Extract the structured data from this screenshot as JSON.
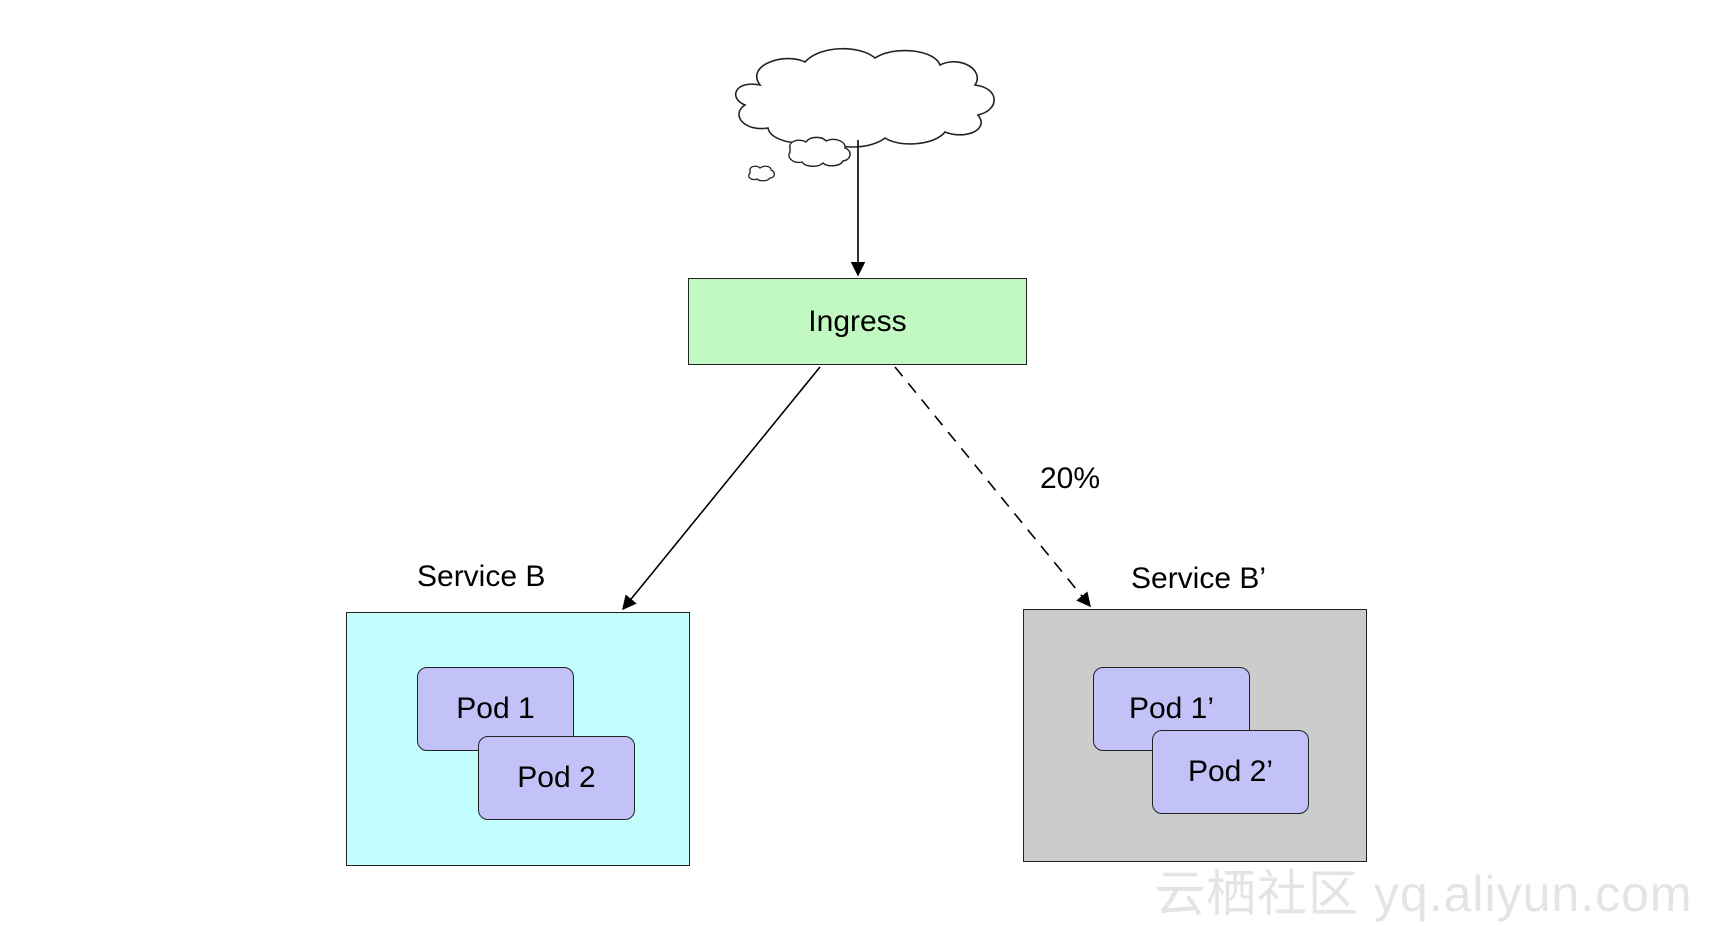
{
  "diagram": {
    "ingress_label": "Ingress",
    "service_b_label": "Service B",
    "service_b_prime_label": "Service B’",
    "pods_b": [
      "Pod 1",
      "Pod 2"
    ],
    "pods_b_prime": [
      "Pod 1’",
      "Pod 2’"
    ],
    "traffic_split_label": "20%",
    "watermark": "云栖社区 yq.aliyun.com"
  },
  "colors": {
    "ingress_fill": "#c2f8c2",
    "service_b_fill": "#c2fefe",
    "service_b_prime_fill": "#cccccc",
    "pod_fill": "#c2c2f8",
    "stroke": "#222222",
    "watermark": "#e4e4e4"
  },
  "edges": [
    {
      "from": "internet-cloud",
      "to": "ingress",
      "style": "solid"
    },
    {
      "from": "ingress",
      "to": "service-b",
      "style": "solid"
    },
    {
      "from": "ingress",
      "to": "service-b-prime",
      "style": "dashed"
    }
  ]
}
